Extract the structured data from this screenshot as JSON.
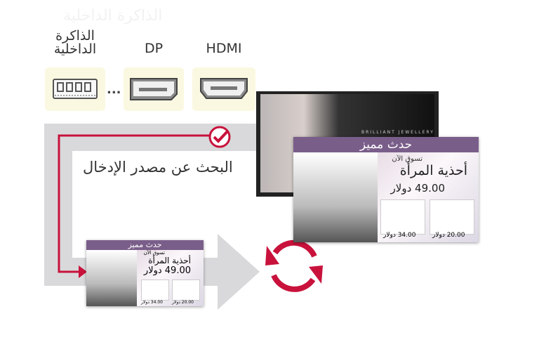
{
  "watermark": "الذاكرة الداخلية",
  "sources": [
    {
      "label": "الذاكرة الداخلية",
      "icon": "memory-chip-icon"
    },
    {
      "label": "DP",
      "icon": "displayport-icon"
    },
    {
      "label": "HDMI",
      "icon": "hdmi-icon"
    }
  ],
  "ellipsis": "...",
  "search_label": "البحث عن مصدر الإدخال",
  "monitor_caption": "BRILLIANT JEWELLERY",
  "promo": {
    "title": "حدث مميز",
    "subtitle": "تسوق الآن",
    "heading": "أحذية المرأة",
    "price": "49.00 دولار",
    "items": [
      {
        "price": "34.00 دولار"
      },
      {
        "price": "20.00 دولار"
      }
    ]
  },
  "colors": {
    "accent": "#c8123c",
    "band": "#d9d9db",
    "promo_bar": "#7a5e8a",
    "port_bg": "#fbf8e1"
  }
}
